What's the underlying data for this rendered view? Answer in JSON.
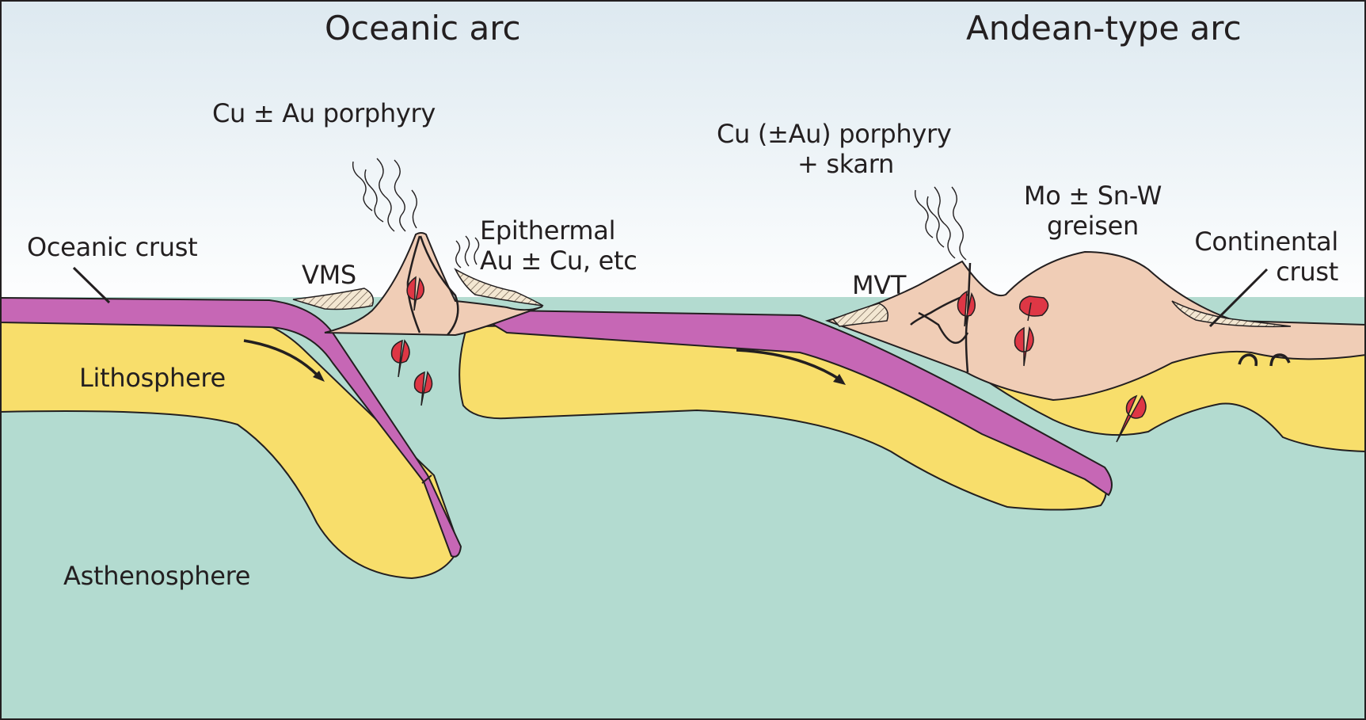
{
  "diagram": {
    "colors": {
      "sky_top": "#dde9f0",
      "sky_bottom": "#ffffff",
      "asthenosphere": "#b3dbd0",
      "lithosphere": "#f8de6b",
      "oceanic_crust": "#c667b5",
      "continental_crust": "#f0cdb6",
      "magma": "#de3745",
      "outline": "#231f20"
    },
    "titles": {
      "left": "Oceanic arc",
      "right": "Andean-type arc"
    },
    "labels": {
      "cu_au_porphyry": "Cu ± Au porphyry",
      "epithermal_line1": "Epithermal",
      "epithermal_line2": "Au ± Cu, etc",
      "oceanic_crust": "Oceanic crust",
      "vms": "VMS",
      "lithosphere": "Lithosphere",
      "asthenosphere": "Asthenosphere",
      "cu_au_porphyry_skarn_line1": "Cu (±Au) porphyry",
      "cu_au_porphyry_skarn_line2": "+ skarn",
      "mo_sn_w_line1": "Mo ± Sn-W",
      "mo_sn_w_line2": "greisen",
      "mvt": "MVT",
      "continental_crust_line1": "Continental",
      "continental_crust_line2": "crust"
    }
  }
}
